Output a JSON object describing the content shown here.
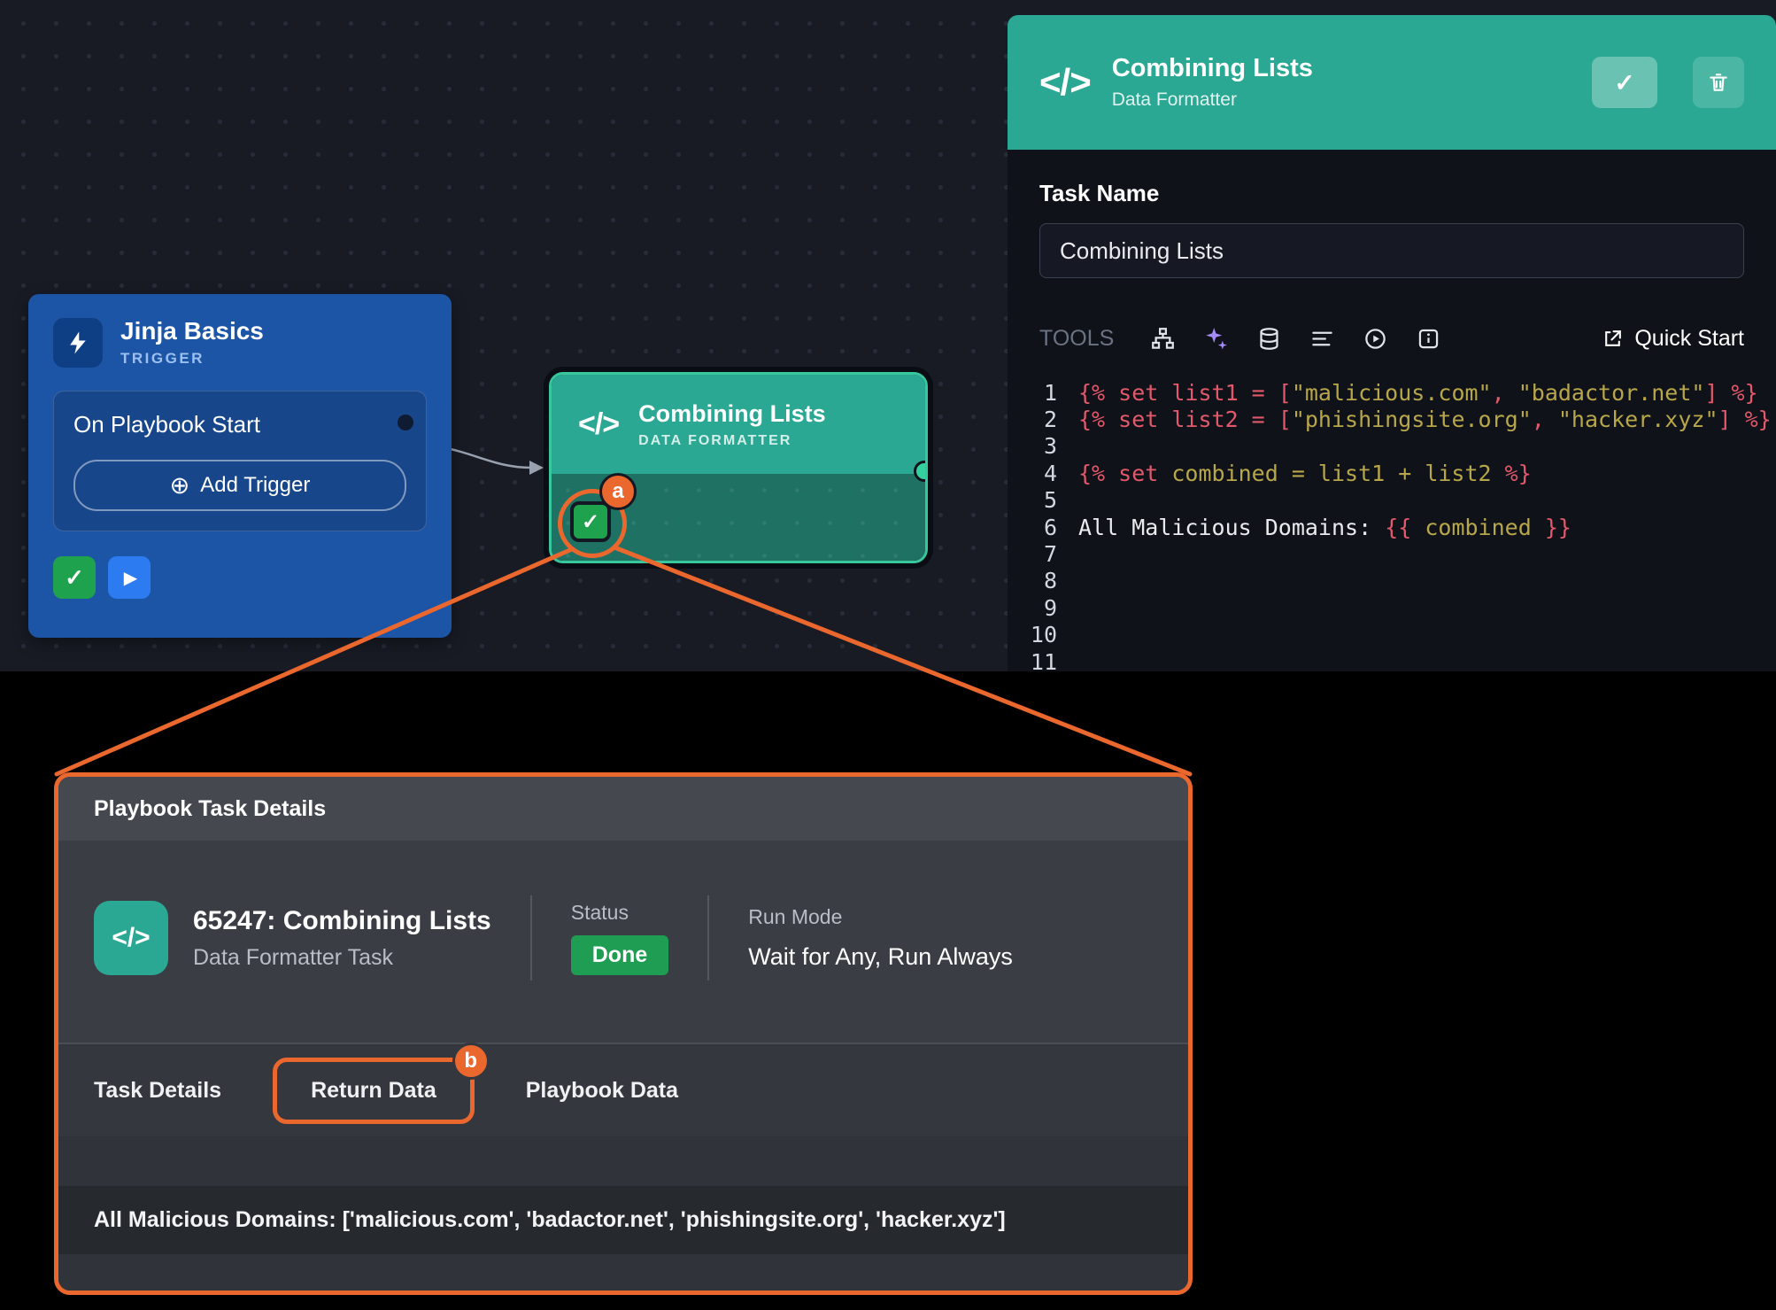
{
  "colors": {
    "accent_orange": "#ea672e",
    "teal": "#2aa893",
    "node_blue": "#1d55a6",
    "success_green": "#1fa24d",
    "play_blue": "#2d7bf0"
  },
  "canvas": {
    "trigger_node": {
      "title": "Jinja Basics",
      "type_label": "TRIGGER",
      "start_label": "On Playbook Start",
      "add_trigger_label": "Add Trigger",
      "plus_glyph": "⊕",
      "check_glyph": "✓",
      "play_glyph": "▶"
    },
    "formatter_node": {
      "icon_glyph": "</>",
      "title": "Combining Lists",
      "type_label": "DATA FORMATTER",
      "check_glyph": "✓"
    },
    "annotation_a": "a"
  },
  "config_panel": {
    "header": {
      "icon_glyph": "</>",
      "title": "Combining Lists",
      "subtitle": "Data Formatter",
      "confirm_glyph": "✓"
    },
    "task_name_label": "Task Name",
    "task_name_value": "Combining Lists",
    "tools_label": "TOOLS",
    "quick_start_label": "Quick Start",
    "editor": {
      "lines": [
        [
          {
            "c": "tag",
            "t": "{% set list1 = ["
          },
          {
            "c": "str",
            "t": "\"malicious.com\""
          },
          {
            "c": "tag",
            "t": ", "
          },
          {
            "c": "str",
            "t": "\"badactor.net\""
          },
          {
            "c": "tag",
            "t": "] %}"
          }
        ],
        [
          {
            "c": "tag",
            "t": "{% set list2 = ["
          },
          {
            "c": "str",
            "t": "\"phishingsite.org\""
          },
          {
            "c": "tag",
            "t": ", "
          },
          {
            "c": "str",
            "t": "\"hacker.xyz\""
          },
          {
            "c": "tag",
            "t": "] %}"
          }
        ],
        [],
        [
          {
            "c": "tag",
            "t": "{% set "
          },
          {
            "c": "str",
            "t": "combined = list1 + list2"
          },
          {
            "c": "tag",
            "t": " %}"
          }
        ],
        [],
        [
          {
            "c": "plain",
            "t": "All Malicious Domains: "
          },
          {
            "c": "tag",
            "t": "{{ "
          },
          {
            "c": "str",
            "t": "combined"
          },
          {
            "c": "tag",
            "t": " }}"
          }
        ],
        [],
        [],
        [],
        [],
        []
      ]
    }
  },
  "details_panel": {
    "title": "Playbook Task Details",
    "icon_glyph": "</>",
    "task_title": "65247: Combining Lists",
    "task_subtitle": "Data Formatter Task",
    "status_label": "Status",
    "status_value": "Done",
    "run_mode_label": "Run Mode",
    "run_mode_value": "Wait for Any, Run Always",
    "tabs": [
      "Task Details",
      "Return Data",
      "Playbook Data"
    ],
    "annotation_b": "b",
    "output_text": "All Malicious Domains: ['malicious.com', 'badactor.net', 'phishingsite.org', 'hacker.xyz']"
  }
}
